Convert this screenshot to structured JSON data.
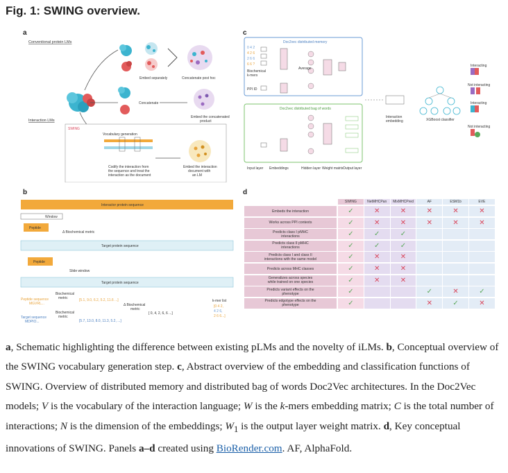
{
  "title": "Fig. 1: SWING overview.",
  "panel_a": {
    "letter": "a",
    "conventional_label": "Conventional protein LMs",
    "interaction_label": "Interaction LMs",
    "embed_separately": "Embed separately",
    "concatenate_post_hoc": "Concatenate post hoc",
    "concatenate": "Concatenate",
    "embed_concatenated": [
      "Embed the concatenated",
      "product"
    ],
    "swing_label": "SWING",
    "vocab_generation": "Vocabulary generation",
    "codify": [
      "Codify the interaction from",
      "the sequence and treat the",
      "interaction as the document"
    ],
    "embed_doc": [
      "Embed the interaction",
      "document with",
      "an LM"
    ]
  },
  "panel_b": {
    "letter": "b",
    "interactor_seq": "Interactor protein sequence",
    "window": "Window",
    "peptide": "Peptide",
    "delta_metric": "Δ Biochemical metric",
    "target_seq": "Target protein sequence",
    "slide_window": "Slide window",
    "peptide2": "Peptide",
    "target_seq2": "Target protein sequence",
    "peptide_sequence": [
      "Peptide sequence",
      "MGVRL..."
    ],
    "target_sequence": [
      "Target sequence",
      "MDPIO..."
    ],
    "biochem_metric1": [
      "Biochemical",
      "metric"
    ],
    "biochem_metric2": [
      "Biochemical",
      "metric"
    ],
    "vec1": "[5.1, 9.0, 6.2, 5.2, 11.6 ...]",
    "vec2": "[5.7, 13.0, 8.0, 11.3, 5.2, ...]",
    "delta_biochem": [
      "Δ Biochemical",
      "metric"
    ],
    "delta_vec": "[ 0,   4,   2,   6,   6 ...]",
    "kmer_list": [
      "k-mer list",
      "[0 4 2,",
      "4 2 6,",
      "2 6 6...]"
    ]
  },
  "panel_c": {
    "letter": "c",
    "dm_title": "Doc2vec distributed memory",
    "dbow_title": "Doc2vec distributed bag of words",
    "kmers": [
      "0 4 2",
      "4 2 6",
      "2 6 6",
      "6 6 ?"
    ],
    "biochem_kmers": [
      "Biochemical",
      "k-mers"
    ],
    "ppi_id": "PPI ID",
    "average": "Average",
    "interaction_embedding": [
      "Interaction",
      "embedding"
    ],
    "xgboost": "XGBoost classifier",
    "input_layer": "Input layer",
    "embeddings": "Embeddings",
    "hidden_layer": "Hidden layer",
    "weight_matrix": "Weight matrix",
    "output_layer": "Output layer",
    "interacting": "Interacting",
    "not_interacting": "Not interacting",
    "interacting2": "Interacting",
    "not_interacting2": "Not interacting"
  },
  "panel_d": {
    "letter": "d",
    "columns": [
      "SWING",
      "NetMHCPan",
      "MixMHCPred",
      "AF",
      "ESM1b",
      "EVE"
    ],
    "rows": [
      {
        "label": [
          "Embeds the interaction"
        ],
        "cells": [
          "check",
          "cross",
          "cross",
          "cross",
          "cross",
          "cross"
        ]
      },
      {
        "label": [
          "Works across PPI contexts"
        ],
        "cells": [
          "check",
          "cross",
          "cross",
          "cross",
          "cross",
          "cross"
        ]
      },
      {
        "label": [
          "Predicts class I pMHC",
          "interactions"
        ],
        "cells": [
          "check",
          "check",
          "check",
          "",
          "",
          ""
        ]
      },
      {
        "label": [
          "Predicts class II pMHC",
          "interactions"
        ],
        "cells": [
          "check",
          "check",
          "check",
          "",
          "",
          ""
        ]
      },
      {
        "label": [
          "Predicts class I and class II",
          "interactions with the same model"
        ],
        "cells": [
          "check",
          "cross",
          "cross",
          "",
          "",
          ""
        ]
      },
      {
        "label": [
          "Predicts across MHC classes"
        ],
        "cells": [
          "check",
          "cross",
          "cross",
          "",
          "",
          ""
        ]
      },
      {
        "label": [
          "Generalizes across species",
          "while trained on one species"
        ],
        "cells": [
          "check",
          "cross",
          "cross",
          "",
          "",
          ""
        ]
      },
      {
        "label": [
          "Predicts variant effects on the",
          "phenotype"
        ],
        "cells": [
          "check",
          "",
          "",
          "check",
          "cross",
          "check"
        ]
      },
      {
        "label": [
          "Predicts edgotype effects on the",
          "phenotype"
        ],
        "cells": [
          "check",
          "",
          "",
          "cross",
          "check",
          "cross"
        ]
      }
    ]
  },
  "caption": {
    "a_letter": "a",
    "a_text": ", Schematic highlighting the difference between existing pLMs and the novelty of iLMs. ",
    "b_letter": "b",
    "b_text": ", Conceptual overview of the SWING vocabulary generation step. ",
    "c_letter": "c",
    "c_text": ", Abstract overview of the embedding and classification functions of SWING. Overview of distributed memory and distributed bag of words Doc2Vec architectures. In the Doc2Vec models; ",
    "v_sym": "V",
    "v_text": " is the vocabulary of the interaction language; ",
    "w_sym": "W",
    "w_text": " is the ",
    "k_sym": "k",
    "w_text2": "-mers embedding matrix; ",
    "c_sym": "C",
    "c_text2": " is the total number of interactions; ",
    "n_sym": "N",
    "n_text": " is the dimension of the embeddings; ",
    "w1_sym": "W",
    "w1_sub": "1",
    "w1_text": " is the output layer weight matrix. ",
    "d_letter": "d",
    "d_text": ", Key conceptual innovations of SWING. Panels ",
    "ad_range": "a–d",
    "d_text2": " created using ",
    "link": "BioRender.com",
    "tail": ". AF, AlphaFold."
  },
  "colors": {
    "orange": "#f2a93b",
    "light_blue": "#dff0f6",
    "pink_cell": "#f5dbe6",
    "purple_cell": "#e4dcf0",
    "blue_cell": "#e3ecf6",
    "check_green": "#5aa85a",
    "cross_red": "#d9475c",
    "header_pink": "#e7c8d6",
    "dm_border": "#6a9bd4",
    "dbow_border": "#7cc36e"
  }
}
